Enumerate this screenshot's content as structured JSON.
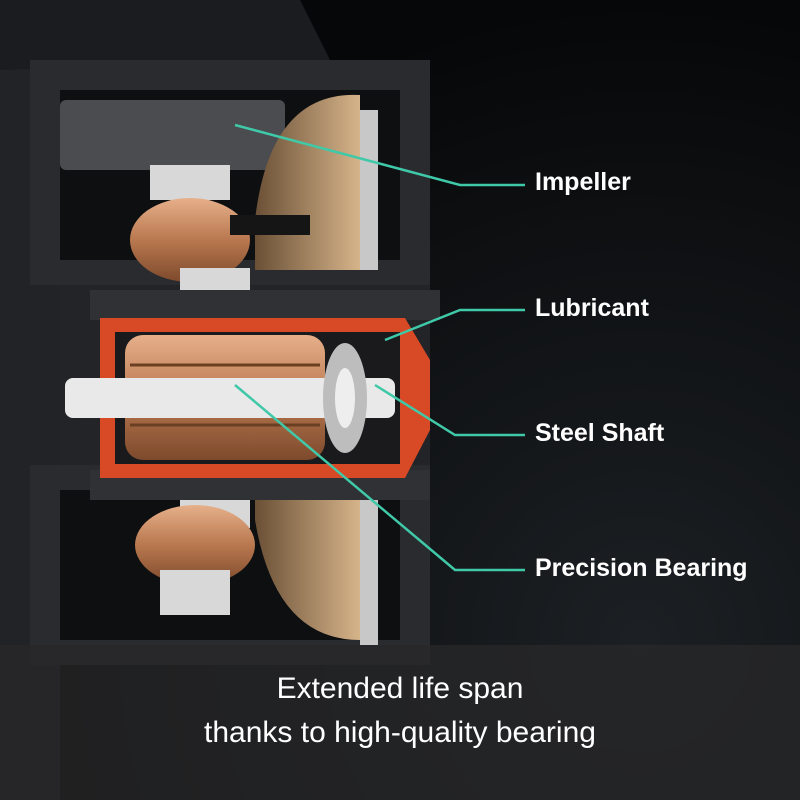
{
  "labels": {
    "impeller": "Impeller",
    "lubricant": "Lubricant",
    "steel_shaft": "Steel Shaft",
    "precision_bearing": "Precision Bearing"
  },
  "caption": {
    "line1": "Extended life span",
    "line2": "thanks to high-quality bearing"
  },
  "colors": {
    "leader_line": "#3fc9a8",
    "copper": "#c98a5e",
    "lubricant": "#e0502a",
    "housing": "#2a2b2e"
  }
}
